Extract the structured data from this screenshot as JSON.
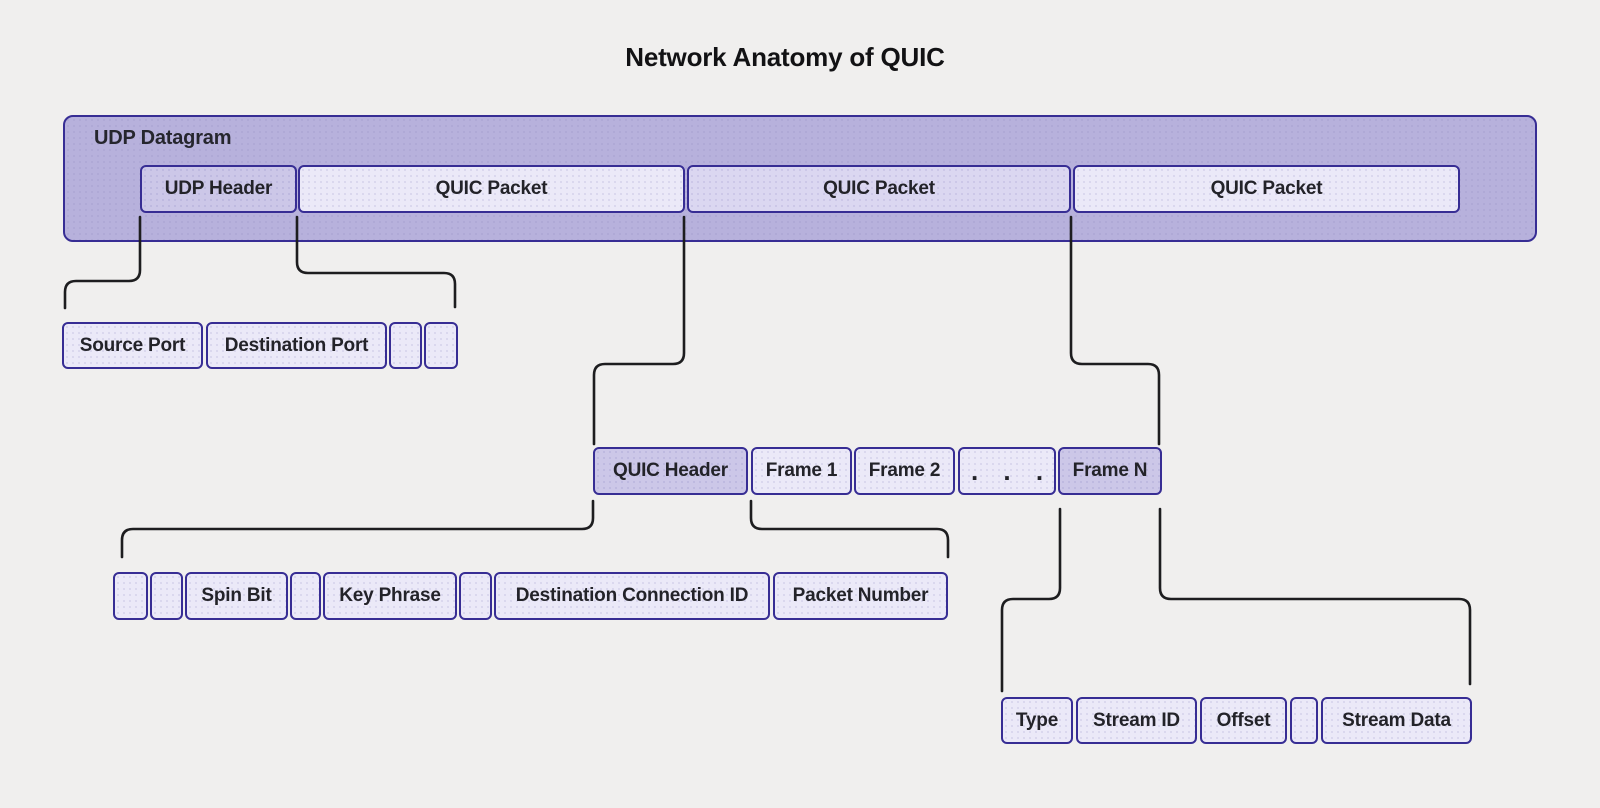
{
  "title": "Network Anatomy of QUIC",
  "colors": {
    "page_background": "#f0efee",
    "container_fill": "#b7b1dc",
    "header_fill": "#ccc7e8",
    "light_fill": "#ebe9f8",
    "mid_fill": "#dbd7f1",
    "border": "#372d94",
    "connector": "#1d1d1f",
    "text": "#202027"
  },
  "datagram": {
    "label": "UDP Datagram",
    "segments": [
      {
        "label": "UDP Header"
      },
      {
        "label": "QUIC Packet"
      },
      {
        "label": "QUIC Packet"
      },
      {
        "label": "QUIC Packet"
      }
    ]
  },
  "udp_header_expansion": {
    "fields": [
      {
        "label": "Source Port"
      },
      {
        "label": "Destination Port"
      },
      {
        "label": ""
      },
      {
        "label": ""
      }
    ]
  },
  "quic_packet_expansion": {
    "fields": [
      {
        "label": "QUIC Header"
      },
      {
        "label": "Frame 1"
      },
      {
        "label": "Frame 2"
      },
      {
        "label": ". . ."
      },
      {
        "label": "Frame N"
      }
    ]
  },
  "quic_header_expansion": {
    "fields": [
      {
        "label": ""
      },
      {
        "label": ""
      },
      {
        "label": "Spin Bit"
      },
      {
        "label": ""
      },
      {
        "label": "Key Phrase"
      },
      {
        "label": ""
      },
      {
        "label": "Destination Connection ID"
      },
      {
        "label": "Packet Number"
      }
    ]
  },
  "frame_expansion": {
    "fields": [
      {
        "label": "Type"
      },
      {
        "label": "Stream ID"
      },
      {
        "label": "Offset"
      },
      {
        "label": ""
      },
      {
        "label": "Stream Data"
      }
    ]
  }
}
